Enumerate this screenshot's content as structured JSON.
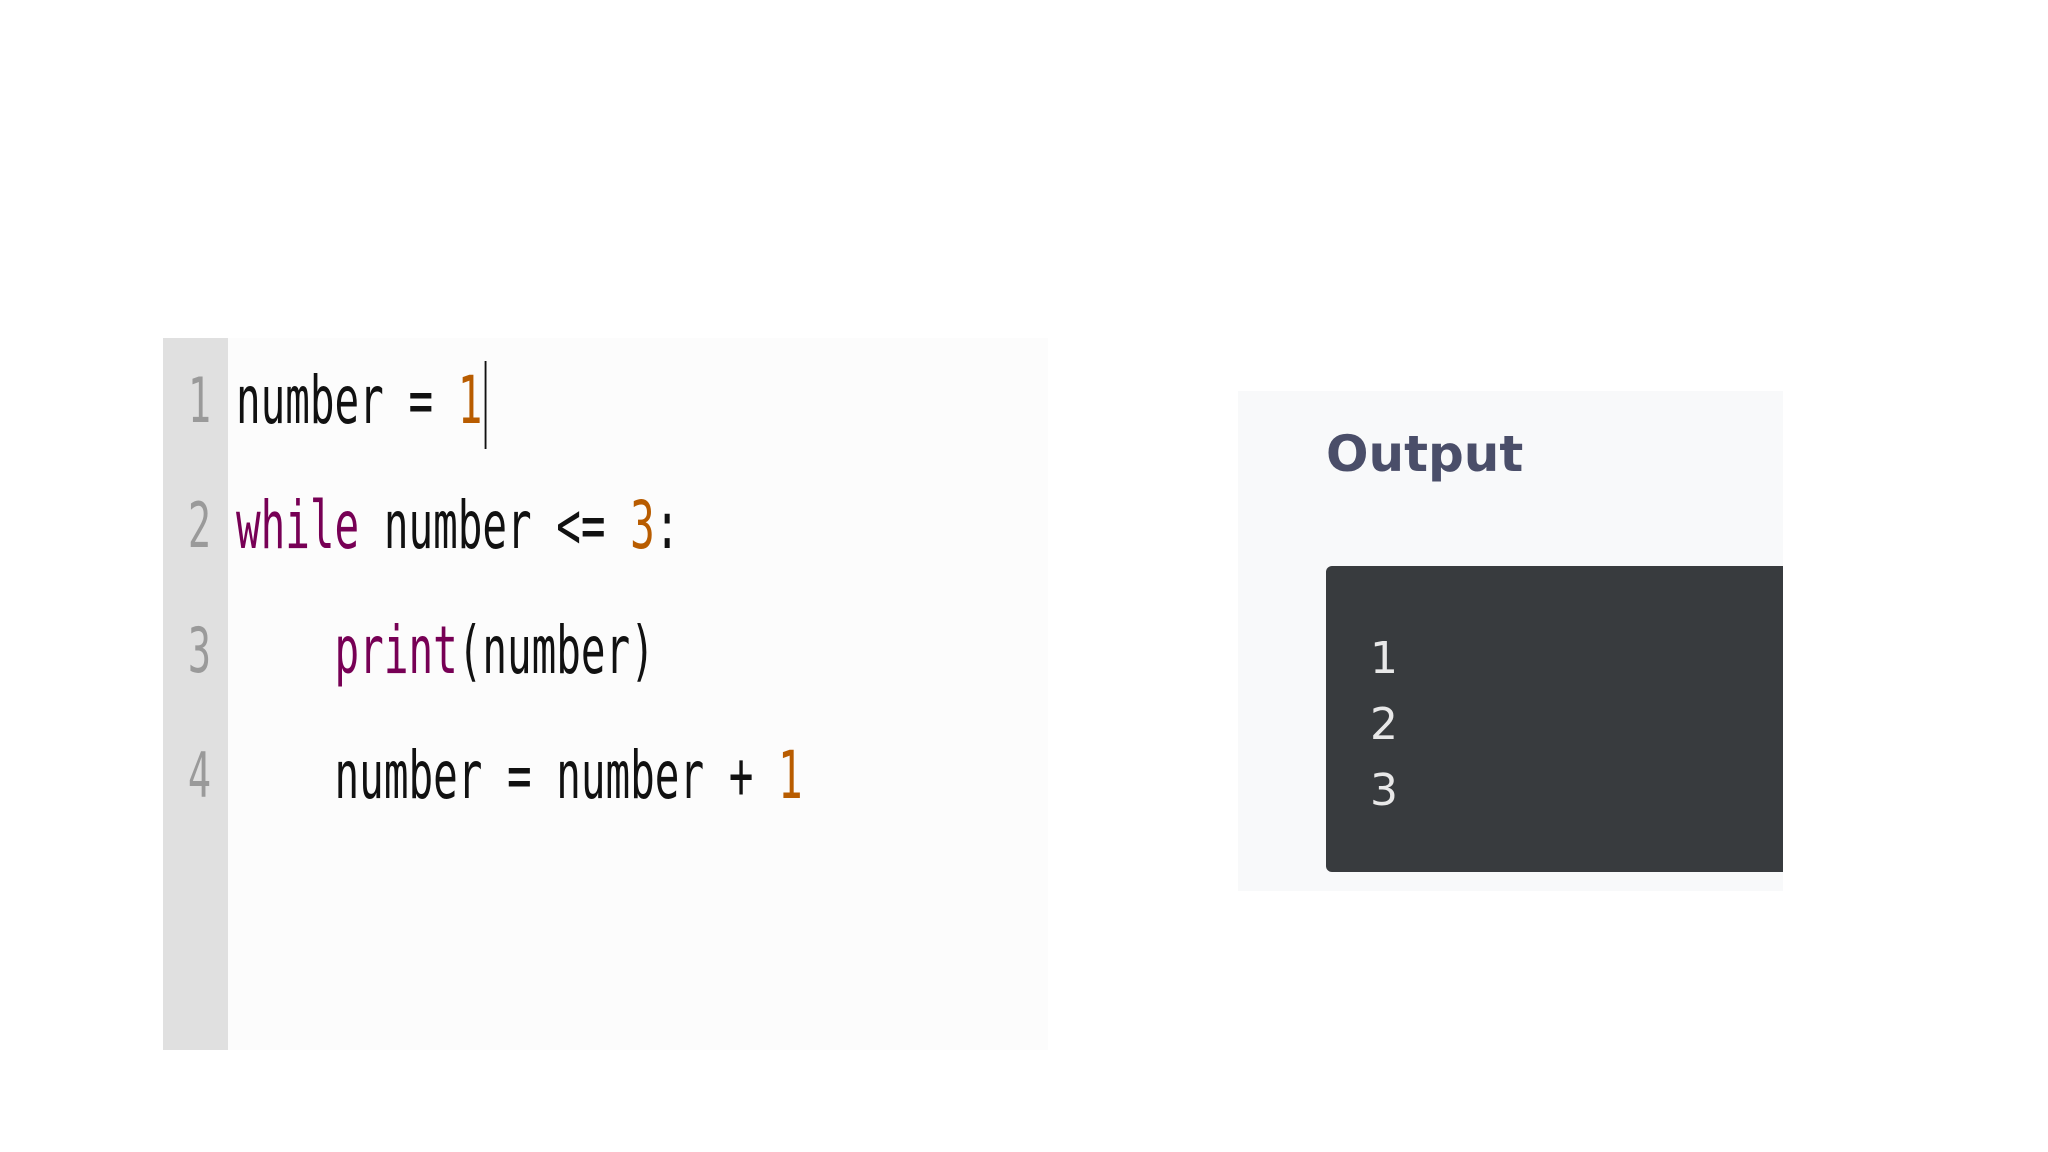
{
  "editor": {
    "line_numbers": [
      "1",
      "2",
      "3",
      "4"
    ],
    "lines": [
      [
        {
          "t": "number = ",
          "c": "plain"
        },
        {
          "t": "1",
          "c": "num"
        }
      ],
      [
        {
          "t": "while",
          "c": "kw"
        },
        {
          "t": " number <= ",
          "c": "plain"
        },
        {
          "t": "3",
          "c": "num"
        },
        {
          "t": ":",
          "c": "plain"
        }
      ],
      [
        {
          "t": "    ",
          "c": "plain"
        },
        {
          "t": "print",
          "c": "kw"
        },
        {
          "t": "(number)",
          "c": "plain"
        }
      ],
      [
        {
          "t": "    number = number + ",
          "c": "plain"
        },
        {
          "t": "1",
          "c": "num"
        }
      ]
    ]
  },
  "output": {
    "title": "Output",
    "lines": [
      "1",
      "2",
      "3"
    ]
  },
  "colors": {
    "keyword": "#770055",
    "number": "#b85c00",
    "gutter": "#e0e0e0",
    "console_bg": "#383b3e"
  }
}
